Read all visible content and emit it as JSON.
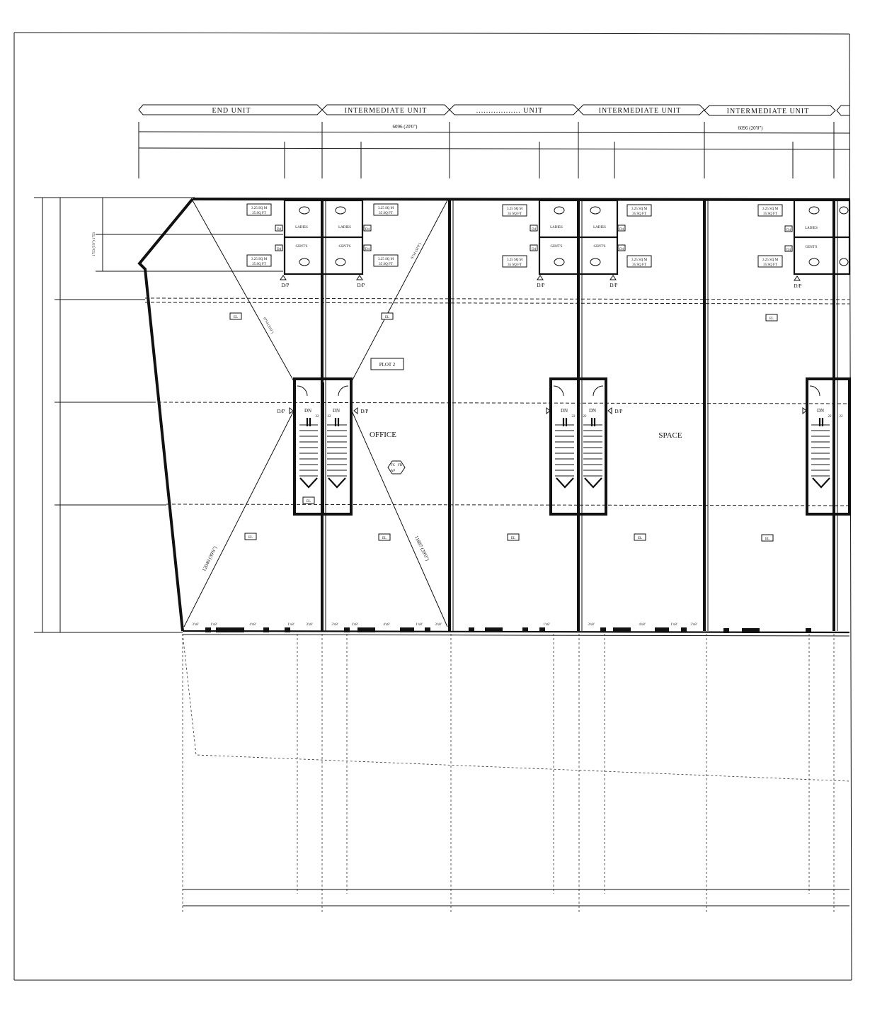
{
  "unit_headers": [
    {
      "label": "END  UNIT"
    },
    {
      "label": "INTERMEDIATE  UNIT"
    },
    {
      "label": "..................  UNIT"
    },
    {
      "label": "INTERMEDIATE  UNIT"
    },
    {
      "label": "INTERMEDIATE  UNIT"
    }
  ],
  "top_dimensions": [
    "6096 (20'0\")",
    "6096 (20'0\")"
  ],
  "left_dimension": "1753 (5'9\")  1753",
  "diagonals": {
    "d1": "9754 (32'0\")",
    "d2": "9754 (32'0\")",
    "d3": "12040 (39'6\")",
    "d4": "11887 (39'0\")"
  },
  "area_label_1": "3.25 SQ M",
  "area_label_2": "35 SQ FT",
  "toilet_labels": {
    "ladies": "LADIES",
    "gents": "GENT'S",
    "door": "D4"
  },
  "dp_label": "D/P",
  "el_label": "EL",
  "plot_label": "PLOT 2",
  "room_labels": {
    "office": "OFFICE",
    "space": "SPACE"
  },
  "stair_labels": {
    "down": "DN",
    "count": "22"
  },
  "fire_symbol": {
    "fc": "FC",
    "fr": "FR",
    "ap": "AP"
  },
  "door_widths": [
    "3'x8'",
    "1'x8'",
    "4'x8'"
  ]
}
